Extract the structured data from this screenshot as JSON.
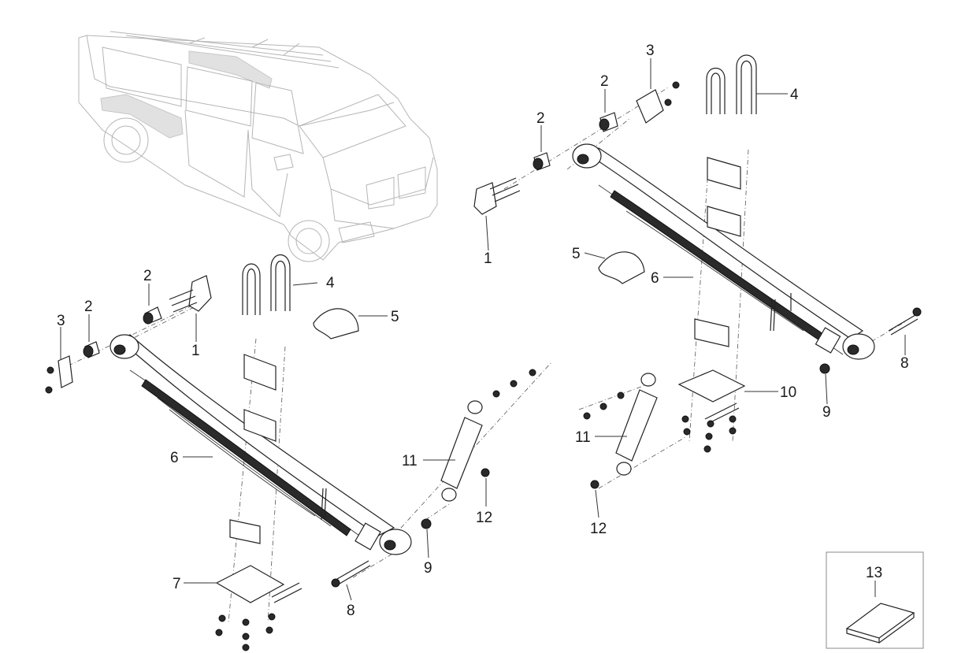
{
  "callouts": {
    "left_1": "1",
    "left_2a": "2",
    "left_2b": "2",
    "left_3": "3",
    "left_4": "4",
    "left_5": "5",
    "left_6": "6",
    "left_7": "7",
    "left_8": "8",
    "left_9": "9",
    "left_11": "11",
    "left_12": "12",
    "right_1": "1",
    "right_2a": "2",
    "right_2b": "2",
    "right_3": "3",
    "right_4": "4",
    "right_5": "5",
    "right_6": "6",
    "right_8": "8",
    "right_9": "9",
    "right_10": "10",
    "right_11": "11",
    "right_12": "12",
    "inset_13": "13"
  }
}
